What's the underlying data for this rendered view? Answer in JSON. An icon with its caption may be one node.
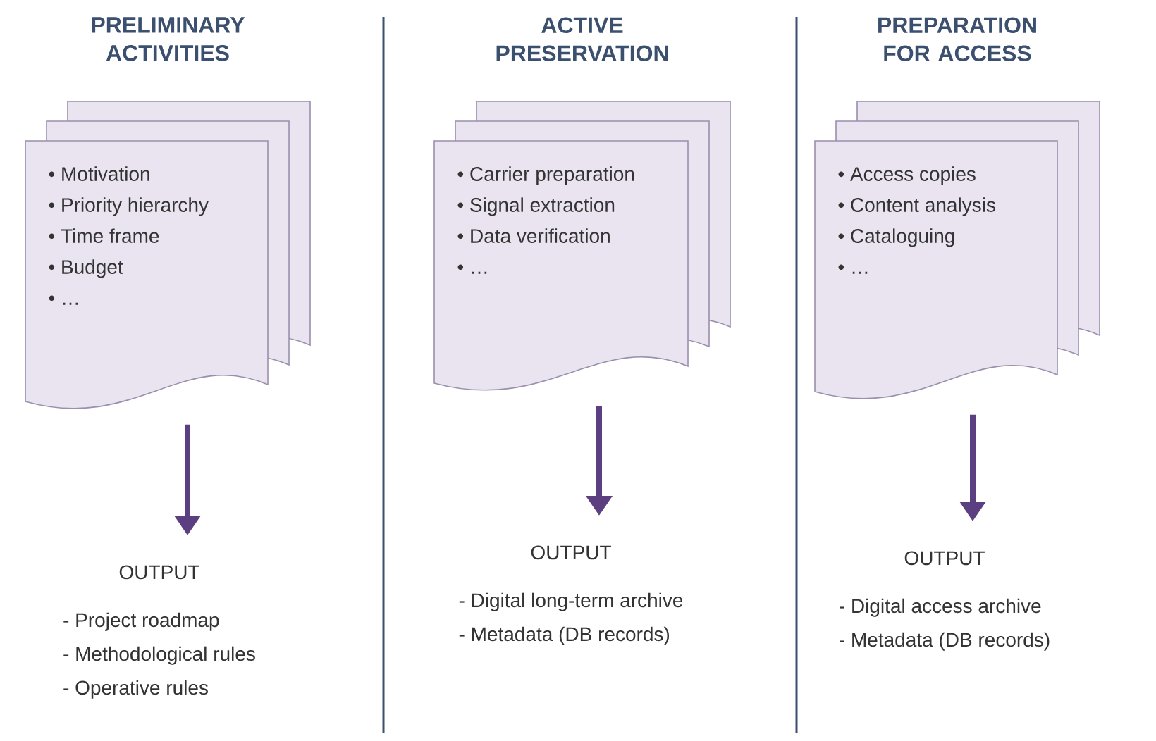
{
  "diagram": {
    "nodes": [
      {
        "text": [
          "• Motivation",
          "• Priority hierarchy",
          "• Time frame",
          "• Budget",
          "• …"
        ]
      },
      {
        "text": [
          "OUTPUT",
          "- Project roadmap",
          "- Methodological rules",
          "- Operative rules"
        ]
      },
      {
        "text": [
          "• Carrier preparation",
          "• Signal extraction",
          "• Data verification",
          "• …"
        ]
      },
      {
        "text": [
          "OUTPUT",
          "- Digital long-term archive",
          "- Metadata (DB records)"
        ]
      },
      {
        "text": [
          "• Access copies",
          "• Content analysis",
          "• Cataloguing",
          "• …"
        ]
      },
      {
        "text": [
          "OUTPUT",
          "- Digital access archive",
          "- Metadata (DB records)"
        ]
      }
    ],
    "edges": [
      {
        "from": 0,
        "to": 1,
        "arrow": "to"
      },
      {
        "from": 2,
        "to": 3,
        "arrow": "to"
      },
      {
        "from": 4,
        "to": 5,
        "arrow": "to"
      }
    ],
    "labels": [
      "PRELIMINARY ACTIVITIES",
      "ACTIVE PRESERVATION",
      "PREPARATION FOR ACCESS"
    ]
  }
}
